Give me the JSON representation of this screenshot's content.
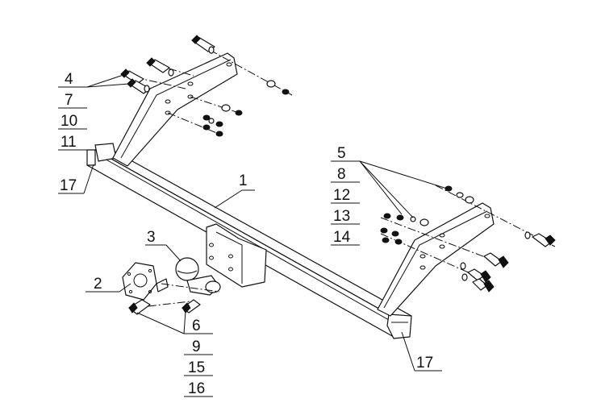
{
  "callouts": {
    "c1": "1",
    "c2": "2",
    "c3": "3",
    "group_left_top": [
      "4",
      "7",
      "10",
      "11"
    ],
    "group_right": [
      "5",
      "8",
      "12",
      "13",
      "14"
    ],
    "group_bottom": [
      "6",
      "9",
      "15",
      "16"
    ],
    "c17_left": "17",
    "c17_right": "17"
  },
  "colors": {
    "line": "#111111",
    "background": "#ffffff"
  }
}
